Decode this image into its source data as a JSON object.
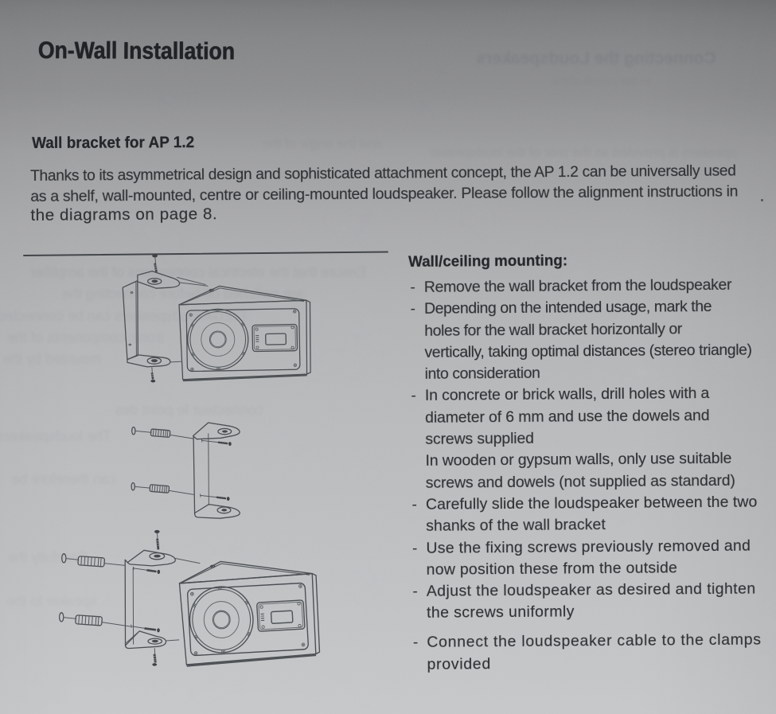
{
  "document": {
    "title": "On-Wall Installation",
    "section_heading": "Wall bracket for AP 1.2",
    "intro_lines": [
      "Thanks to its asymmetrical design and sophisticated attachment concept, the AP 1.2 can be universally used",
      "as a shelf, wall-mounted, centre or ceiling-mounted loudspeaker. Please follow the alignment instructions in",
      "the diagrams on page 8."
    ],
    "instructions_heading": "Wall/ceiling mounting:",
    "bullet_char": "-",
    "instructions": [
      {
        "lines": [
          "Remove the wall bracket from the loudspeaker"
        ]
      },
      {
        "lines": [
          "Depending on the intended usage, mark the",
          "holes for the wall bracket horizontally or",
          "vertically, taking optimal distances (stereo triangle)",
          "into consideration"
        ]
      },
      {
        "lines": [
          "In concrete or brick walls, drill holes with a",
          "diameter of 6 mm and use the dowels and",
          "screws supplied",
          "In wooden or gypsum walls, only use suitable",
          "screws and dowels (not supplied as standard)"
        ]
      },
      {
        "lines": [
          "Carefully slide the loudspeaker between the two",
          "shanks of the wall bracket"
        ]
      },
      {
        "lines": [
          "Use the fixing screws previously removed and",
          "now position these from the outside"
        ]
      },
      {
        "lines": [
          "Adjust the loudspeaker as desired and tighten",
          "the screws uniformly"
        ]
      },
      {
        "lines": [
          "Connect the loudspeaker cable to the clamps",
          "provided"
        ]
      }
    ],
    "figures": [
      {
        "name": "speaker-on-bracket",
        "description": "Loudspeaker fixed in the wall bracket with fixing screws"
      },
      {
        "name": "bracket-with-dowels",
        "description": "Wall bracket with dowels and wall screws"
      },
      {
        "name": "exploded-mounting",
        "description": "Exploded view of dowels, screws, wall bracket and loudspeaker"
      }
    ],
    "bleed_through": {
      "lines": [
        "Connecting the Loudspeakers",
        "to the sound of the",
        "speakers is provided as the rear of the loudspeaker",
        "and the angle of the",
        "Ensure that the electrical connections of the amplifier",
        "are switched off before connecting the",
        "PIEGA loudspeakers can be connected",
        "tronic components of the",
        "mounted by the",
        "connecteur le peint des",
        "The loudspeakers",
        "can therefore be",
        "Carefully the",
        "speaker to the"
      ]
    },
    "stray_mark": ".",
    "colors": {
      "paper_top": "#828487",
      "paper_bottom": "#c8cacc",
      "ink": "#2b2d30",
      "line_art": "#54575b"
    }
  }
}
